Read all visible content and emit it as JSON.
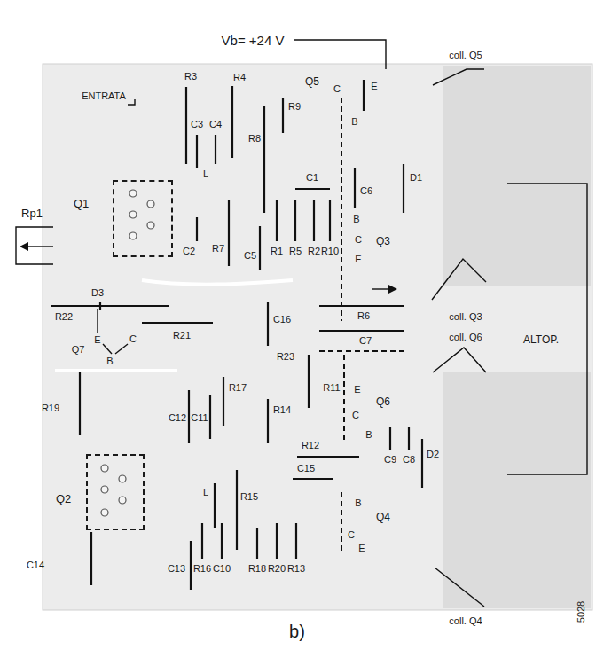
{
  "diagram": {
    "caption": "b)",
    "nodes": [
      {
        "text": [
          "Q1"
        ]
      },
      {
        "text": [
          "Q2"
        ]
      }
    ],
    "labels": [
      "Vb= +24 V",
      "ENTRATA",
      "R3",
      "R4",
      "C3",
      "C4",
      "Q5",
      "C",
      "E",
      "B",
      "R9",
      "R8",
      "coll. Q5",
      "L",
      "C1",
      "C6",
      "D1",
      "B",
      "C",
      "E",
      "Q3",
      "C2",
      "R7",
      "C5",
      "R1",
      "R5",
      "R2",
      "R10",
      "Rp1",
      "D3",
      "R22",
      "E",
      "C",
      "B",
      "Q7",
      "R21",
      "C16",
      "R6",
      "C7",
      "coll. Q3",
      "coll. Q6",
      "ALTOP.",
      "R23",
      "R11",
      "E",
      "C",
      "Q6",
      "B",
      "R19",
      "R17",
      "C12",
      "C11",
      "R14",
      "R12",
      "L",
      "C15",
      "C9",
      "C8",
      "D2",
      "R15",
      "B",
      "Q4",
      "C",
      "E",
      "C14",
      "C13",
      "R16",
      "C10",
      "R18",
      "R20",
      "R13",
      "coll. Q4",
      "5028"
    ]
  }
}
